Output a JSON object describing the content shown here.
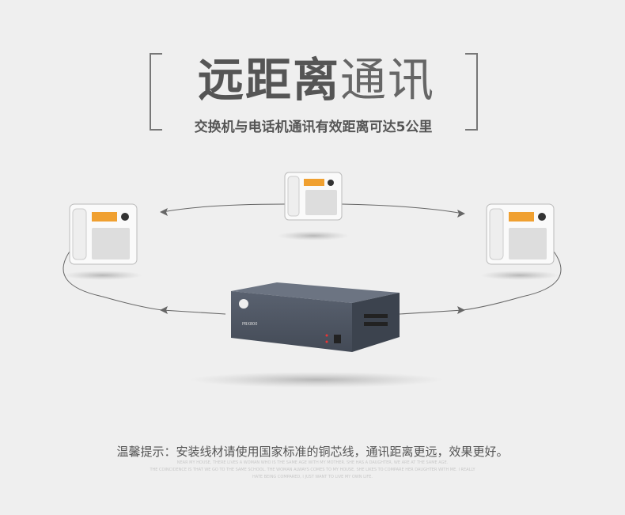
{
  "headline": {
    "bold": "远距离",
    "light": "通讯"
  },
  "subtitle": "交换机与电话机通讯有效距离可达5公里",
  "device": {
    "model_label": "PBX800",
    "brand_logo": "motorola-logo"
  },
  "tip": "温馨提示：安装线材请使用国家标准的铜芯线，通讯距离更远，效果更好。",
  "fine_print": [
    "NEAR MY HOUSE, THERE LIVES A WOMAN WHO IS THE SAME AGE WITH MY MOTHER. SHE HAS A DAUGHTER, WE ARE AT THE SAME AGE.",
    "THE COINCIDENCE IS THAT WE GO TO THE SAME SCHOOL. THE WOMAN ALWAYS COMES TO MY HOUSE, SHE LIKES TO COMPARE HER DAUGHTER WITH ME. I REALLY",
    "HATE BEING COMPARED, I JUST WANT TO LIVE MY OWN LIFE."
  ],
  "colors": {
    "background": "#efefef",
    "text": "#555555",
    "device": "#4a5260",
    "line": "#666666"
  }
}
